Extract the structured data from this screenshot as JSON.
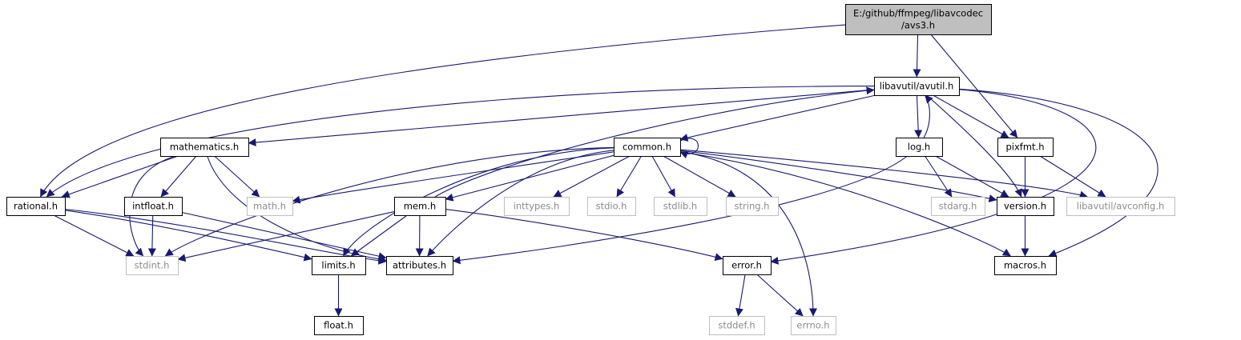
{
  "graph": {
    "root_id": "avs3",
    "colors": {
      "edge": "#191970",
      "root_fill": "#bfbfbf",
      "node_fill": "#ffffff",
      "node_border": "#000000",
      "external_border": "#bfbfbf",
      "external_text": "#8c8c8c",
      "text": "#000000"
    },
    "nodes": [
      {
        "id": "avs3",
        "lines": [
          "E:/github/ffmpeg/libavcodec",
          "/avs3.h"
        ],
        "kind": "root"
      },
      {
        "id": "avutil",
        "lines": [
          "libavutil/avutil.h"
        ],
        "kind": "file"
      },
      {
        "id": "mathematics",
        "lines": [
          "mathematics.h"
        ],
        "kind": "file"
      },
      {
        "id": "common",
        "lines": [
          "common.h"
        ],
        "kind": "file"
      },
      {
        "id": "log",
        "lines": [
          "log.h"
        ],
        "kind": "file"
      },
      {
        "id": "pixfmt",
        "lines": [
          "pixfmt.h"
        ],
        "kind": "file"
      },
      {
        "id": "rational",
        "lines": [
          "rational.h"
        ],
        "kind": "file"
      },
      {
        "id": "intfloat",
        "lines": [
          "intfloat.h"
        ],
        "kind": "file"
      },
      {
        "id": "math",
        "lines": [
          "math.h"
        ],
        "kind": "external"
      },
      {
        "id": "mem",
        "lines": [
          "mem.h"
        ],
        "kind": "file"
      },
      {
        "id": "inttypes",
        "lines": [
          "inttypes.h"
        ],
        "kind": "external"
      },
      {
        "id": "stdio",
        "lines": [
          "stdio.h"
        ],
        "kind": "external"
      },
      {
        "id": "stdlib",
        "lines": [
          "stdlib.h"
        ],
        "kind": "external"
      },
      {
        "id": "string",
        "lines": [
          "string.h"
        ],
        "kind": "external"
      },
      {
        "id": "stdarg",
        "lines": [
          "stdarg.h"
        ],
        "kind": "external"
      },
      {
        "id": "version",
        "lines": [
          "version.h"
        ],
        "kind": "file"
      },
      {
        "id": "avconfig",
        "lines": [
          "libavutil/avconfig.h"
        ],
        "kind": "external"
      },
      {
        "id": "stdint",
        "lines": [
          "stdint.h"
        ],
        "kind": "external"
      },
      {
        "id": "limits",
        "lines": [
          "limits.h"
        ],
        "kind": "file"
      },
      {
        "id": "attributes",
        "lines": [
          "attributes.h"
        ],
        "kind": "file"
      },
      {
        "id": "error",
        "lines": [
          "error.h"
        ],
        "kind": "file"
      },
      {
        "id": "macros",
        "lines": [
          "macros.h"
        ],
        "kind": "file"
      },
      {
        "id": "float",
        "lines": [
          "float.h"
        ],
        "kind": "file"
      },
      {
        "id": "stddef",
        "lines": [
          "stddef.h"
        ],
        "kind": "external"
      },
      {
        "id": "errno",
        "lines": [
          "errno.h"
        ],
        "kind": "external"
      }
    ],
    "edges": [
      [
        "avs3",
        "avutil"
      ],
      [
        "avs3",
        "rational"
      ],
      [
        "avs3",
        "pixfmt"
      ],
      [
        "avutil",
        "common"
      ],
      [
        "avutil",
        "rational"
      ],
      [
        "avutil",
        "mathematics"
      ],
      [
        "avutil",
        "log"
      ],
      [
        "avutil",
        "pixfmt"
      ],
      [
        "avutil",
        "version"
      ],
      [
        "avutil",
        "macros"
      ],
      [
        "avutil",
        "error"
      ],
      [
        "mathematics",
        "rational"
      ],
      [
        "mathematics",
        "stdint"
      ],
      [
        "mathematics",
        "intfloat"
      ],
      [
        "mathematics",
        "math"
      ],
      [
        "mathematics",
        "attributes"
      ],
      [
        "common",
        "common"
      ],
      [
        "common",
        "math"
      ],
      [
        "common",
        "mem"
      ],
      [
        "common",
        "inttypes"
      ],
      [
        "common",
        "stdio"
      ],
      [
        "common",
        "stdlib"
      ],
      [
        "common",
        "string"
      ],
      [
        "common",
        "version"
      ],
      [
        "common",
        "avconfig"
      ],
      [
        "common",
        "stdint"
      ],
      [
        "common",
        "limits"
      ],
      [
        "common",
        "attributes"
      ],
      [
        "common",
        "macros"
      ],
      [
        "common",
        "errno"
      ],
      [
        "log",
        "avutil"
      ],
      [
        "log",
        "stdarg"
      ],
      [
        "log",
        "version"
      ],
      [
        "log",
        "attributes"
      ],
      [
        "pixfmt",
        "version"
      ],
      [
        "pixfmt",
        "avconfig"
      ],
      [
        "rational",
        "stdint"
      ],
      [
        "rational",
        "limits"
      ],
      [
        "rational",
        "attributes"
      ],
      [
        "intfloat",
        "stdint"
      ],
      [
        "intfloat",
        "attributes"
      ],
      [
        "mem",
        "avutil"
      ],
      [
        "mem",
        "stdint"
      ],
      [
        "mem",
        "limits"
      ],
      [
        "mem",
        "attributes"
      ],
      [
        "mem",
        "error"
      ],
      [
        "version",
        "macros"
      ],
      [
        "limits",
        "float"
      ],
      [
        "error",
        "stddef"
      ],
      [
        "error",
        "errno"
      ]
    ]
  }
}
